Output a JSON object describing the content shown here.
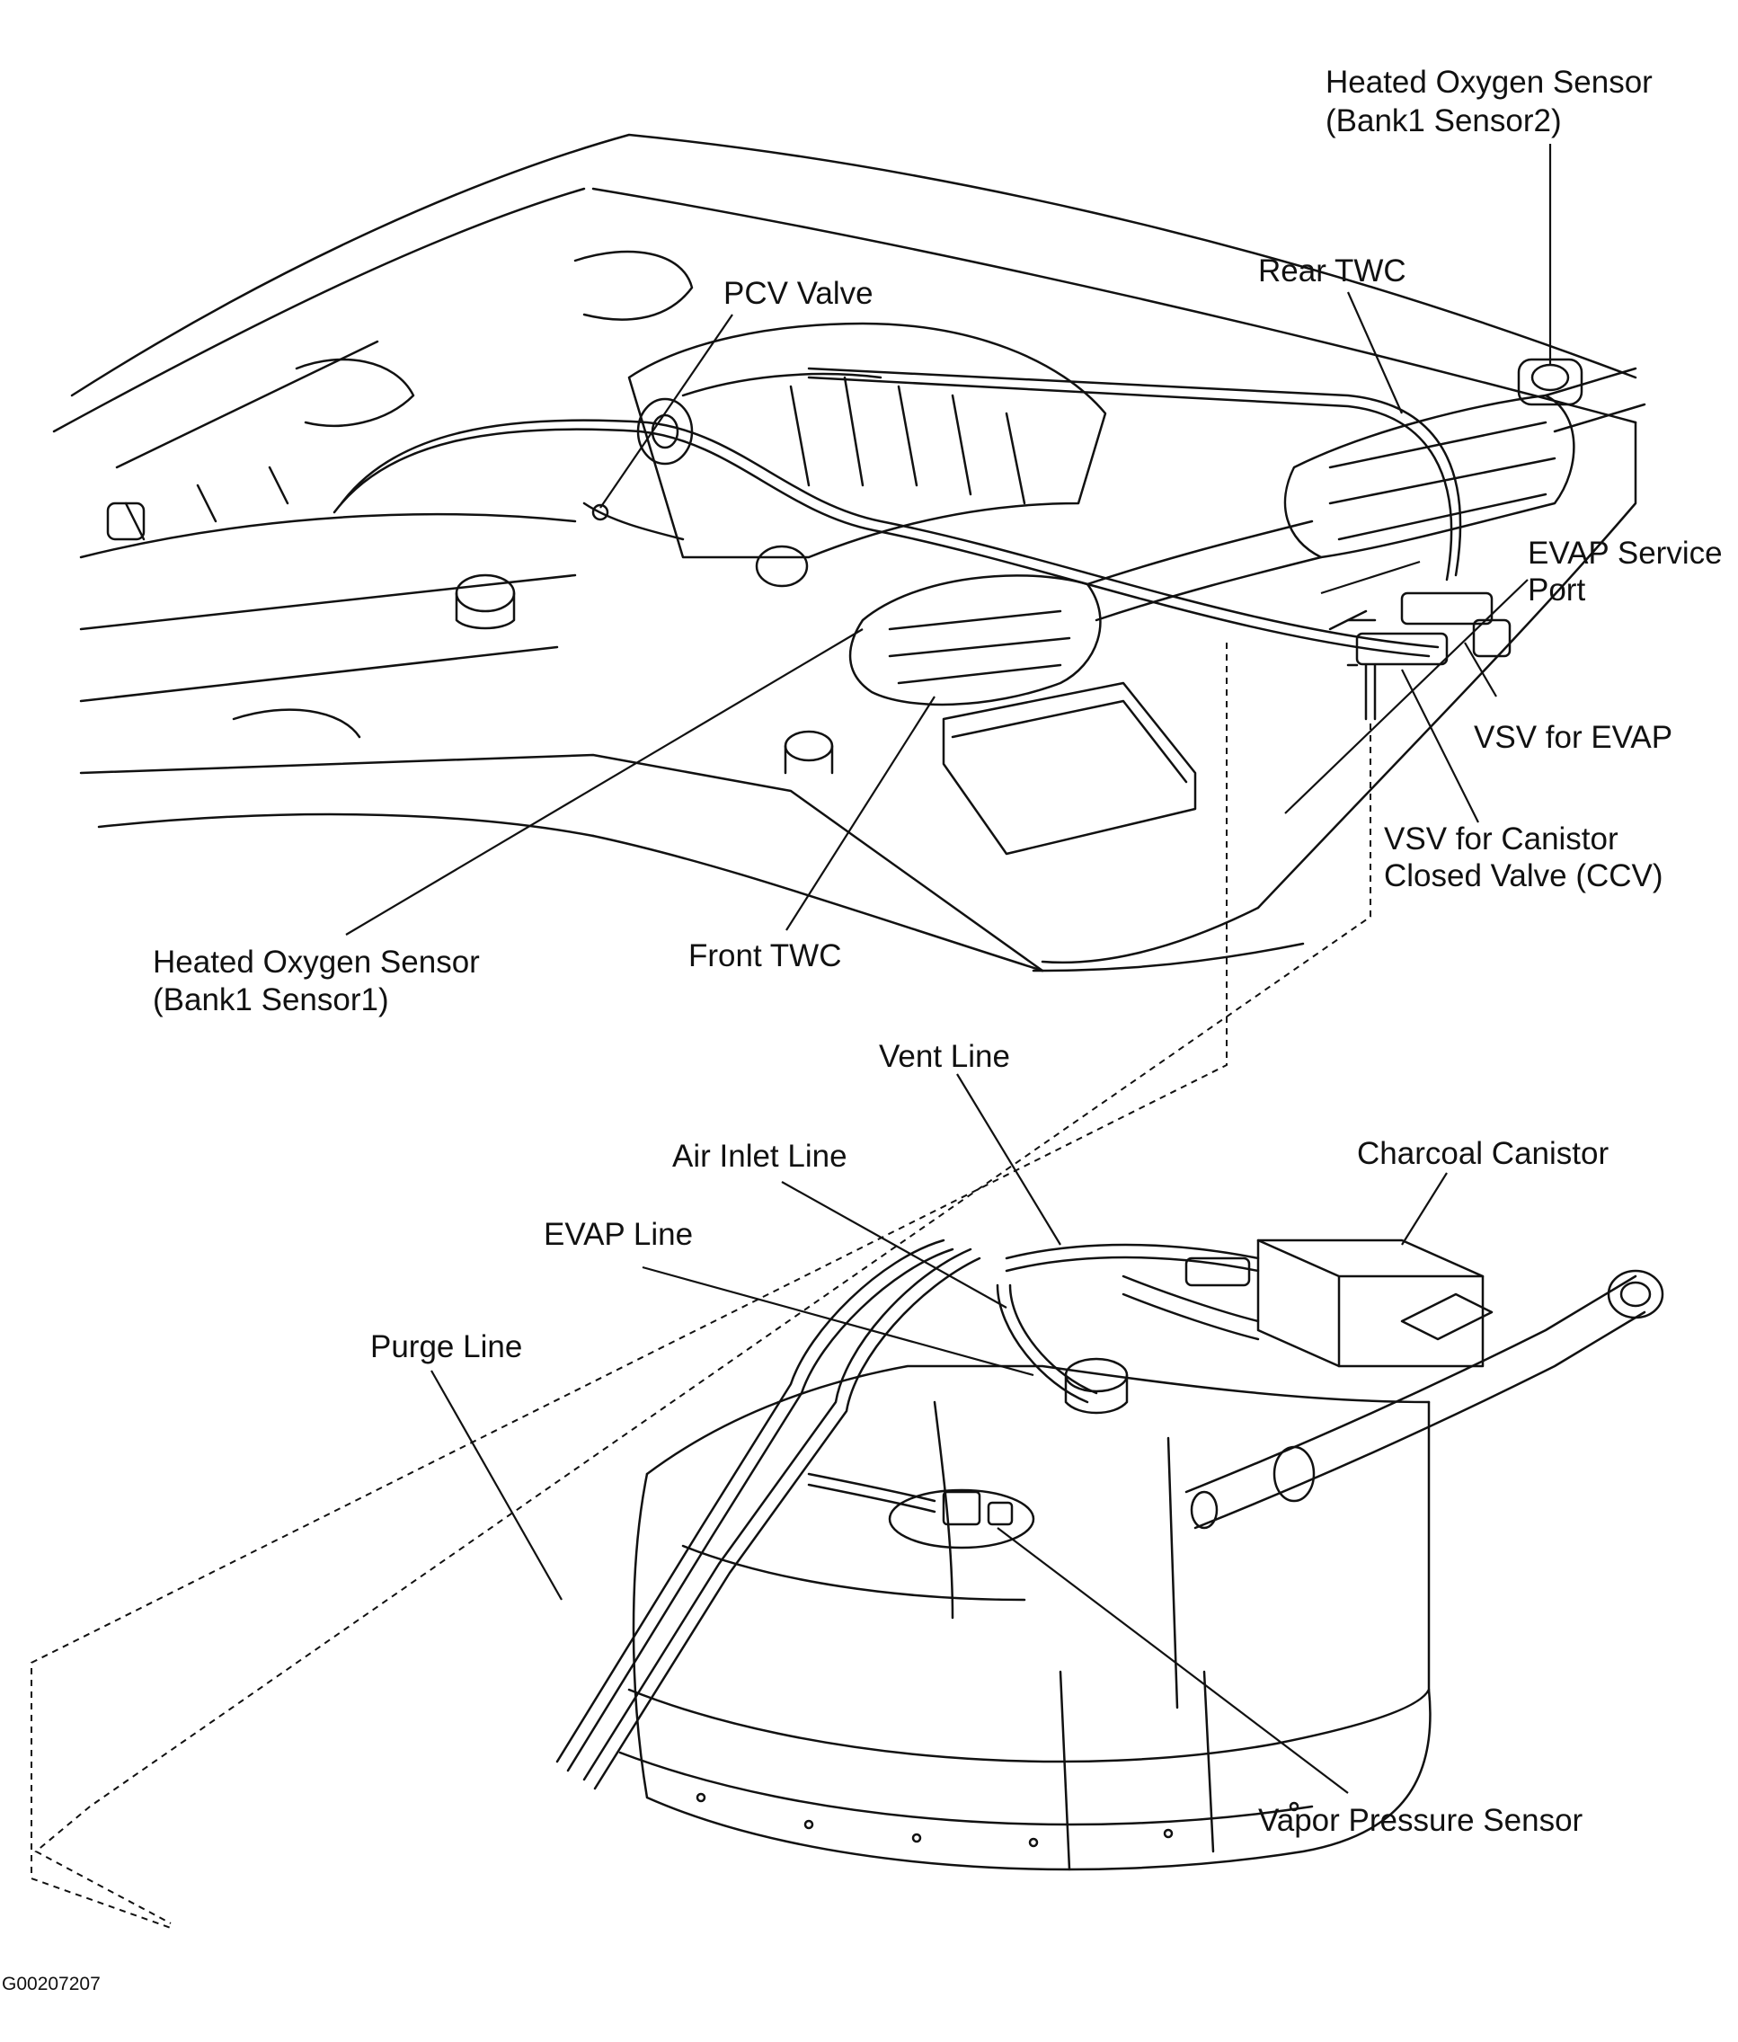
{
  "diagram": {
    "labels": {
      "ho2s_b1s2": {
        "line1": "Heated Oxygen Sensor",
        "line2": "(Bank1 Sensor2)"
      },
      "rear_twc": "Rear TWC",
      "pcv_valve": "PCV Valve",
      "evap_service_port": {
        "line1": "EVAP Service",
        "line2": "Port"
      },
      "vsv_evap": "VSV for EVAP",
      "vsv_ccv": {
        "line1": "VSV for Canistor",
        "line2": "Closed Valve (CCV)"
      },
      "ho2s_b1s1": {
        "line1": "Heated Oxygen Sensor",
        "line2": "(Bank1 Sensor1)"
      },
      "front_twc": "Front TWC",
      "vent_line": "Vent Line",
      "air_inlet_line": "Air Inlet Line",
      "charcoal_canister": "Charcoal Canistor",
      "evap_line": "EVAP Line",
      "purge_line": "Purge Line",
      "vapor_pressure_sensor": "Vapor Pressure Sensor"
    },
    "figure_id": "G00207207",
    "line_color": "#111111",
    "background": "#ffffff"
  }
}
